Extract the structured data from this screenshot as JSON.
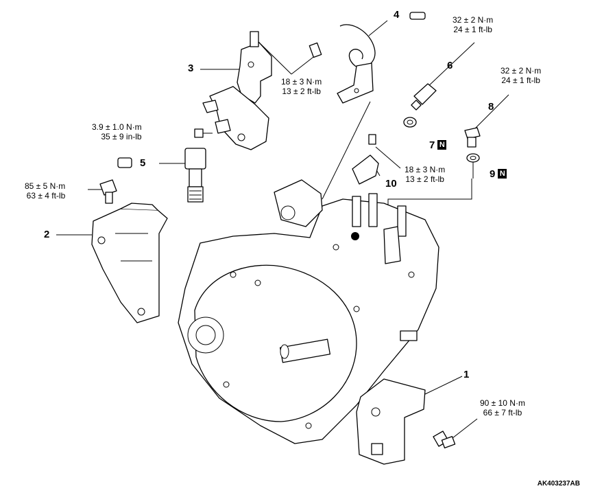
{
  "parts": [
    {
      "number": "1"
    },
    {
      "number": "2"
    },
    {
      "number": "3"
    },
    {
      "number": "4"
    },
    {
      "number": "5"
    },
    {
      "number": "6"
    },
    {
      "number": "7",
      "badge": "N"
    },
    {
      "number": "8"
    },
    {
      "number": "9",
      "badge": "N"
    },
    {
      "number": "10"
    }
  ],
  "torques": [
    {
      "nm": "32 ± 2 N·m",
      "ftlb": "24 ± 1 ft-lb"
    },
    {
      "nm": "32 ± 2 N·m",
      "ftlb": "24 ± 1 ft-lb"
    },
    {
      "nm": "18 ± 3 N·m",
      "ftlb": "13 ± 2 ft-lb"
    },
    {
      "nm": "3.9 ± 1.0 N·m",
      "ftlb": "35 ± 9 in-lb"
    },
    {
      "nm": "18 ± 3 N·m",
      "ftlb": "13 ± 2 ft-lb"
    },
    {
      "nm": "85 ± 5 N·m",
      "ftlb": "63 ± 4 ft-lb"
    },
    {
      "nm": "90 ± 10 N·m",
      "ftlb": "66 ± 7 ft-lb"
    }
  ],
  "reference_code": "AK403237AB"
}
